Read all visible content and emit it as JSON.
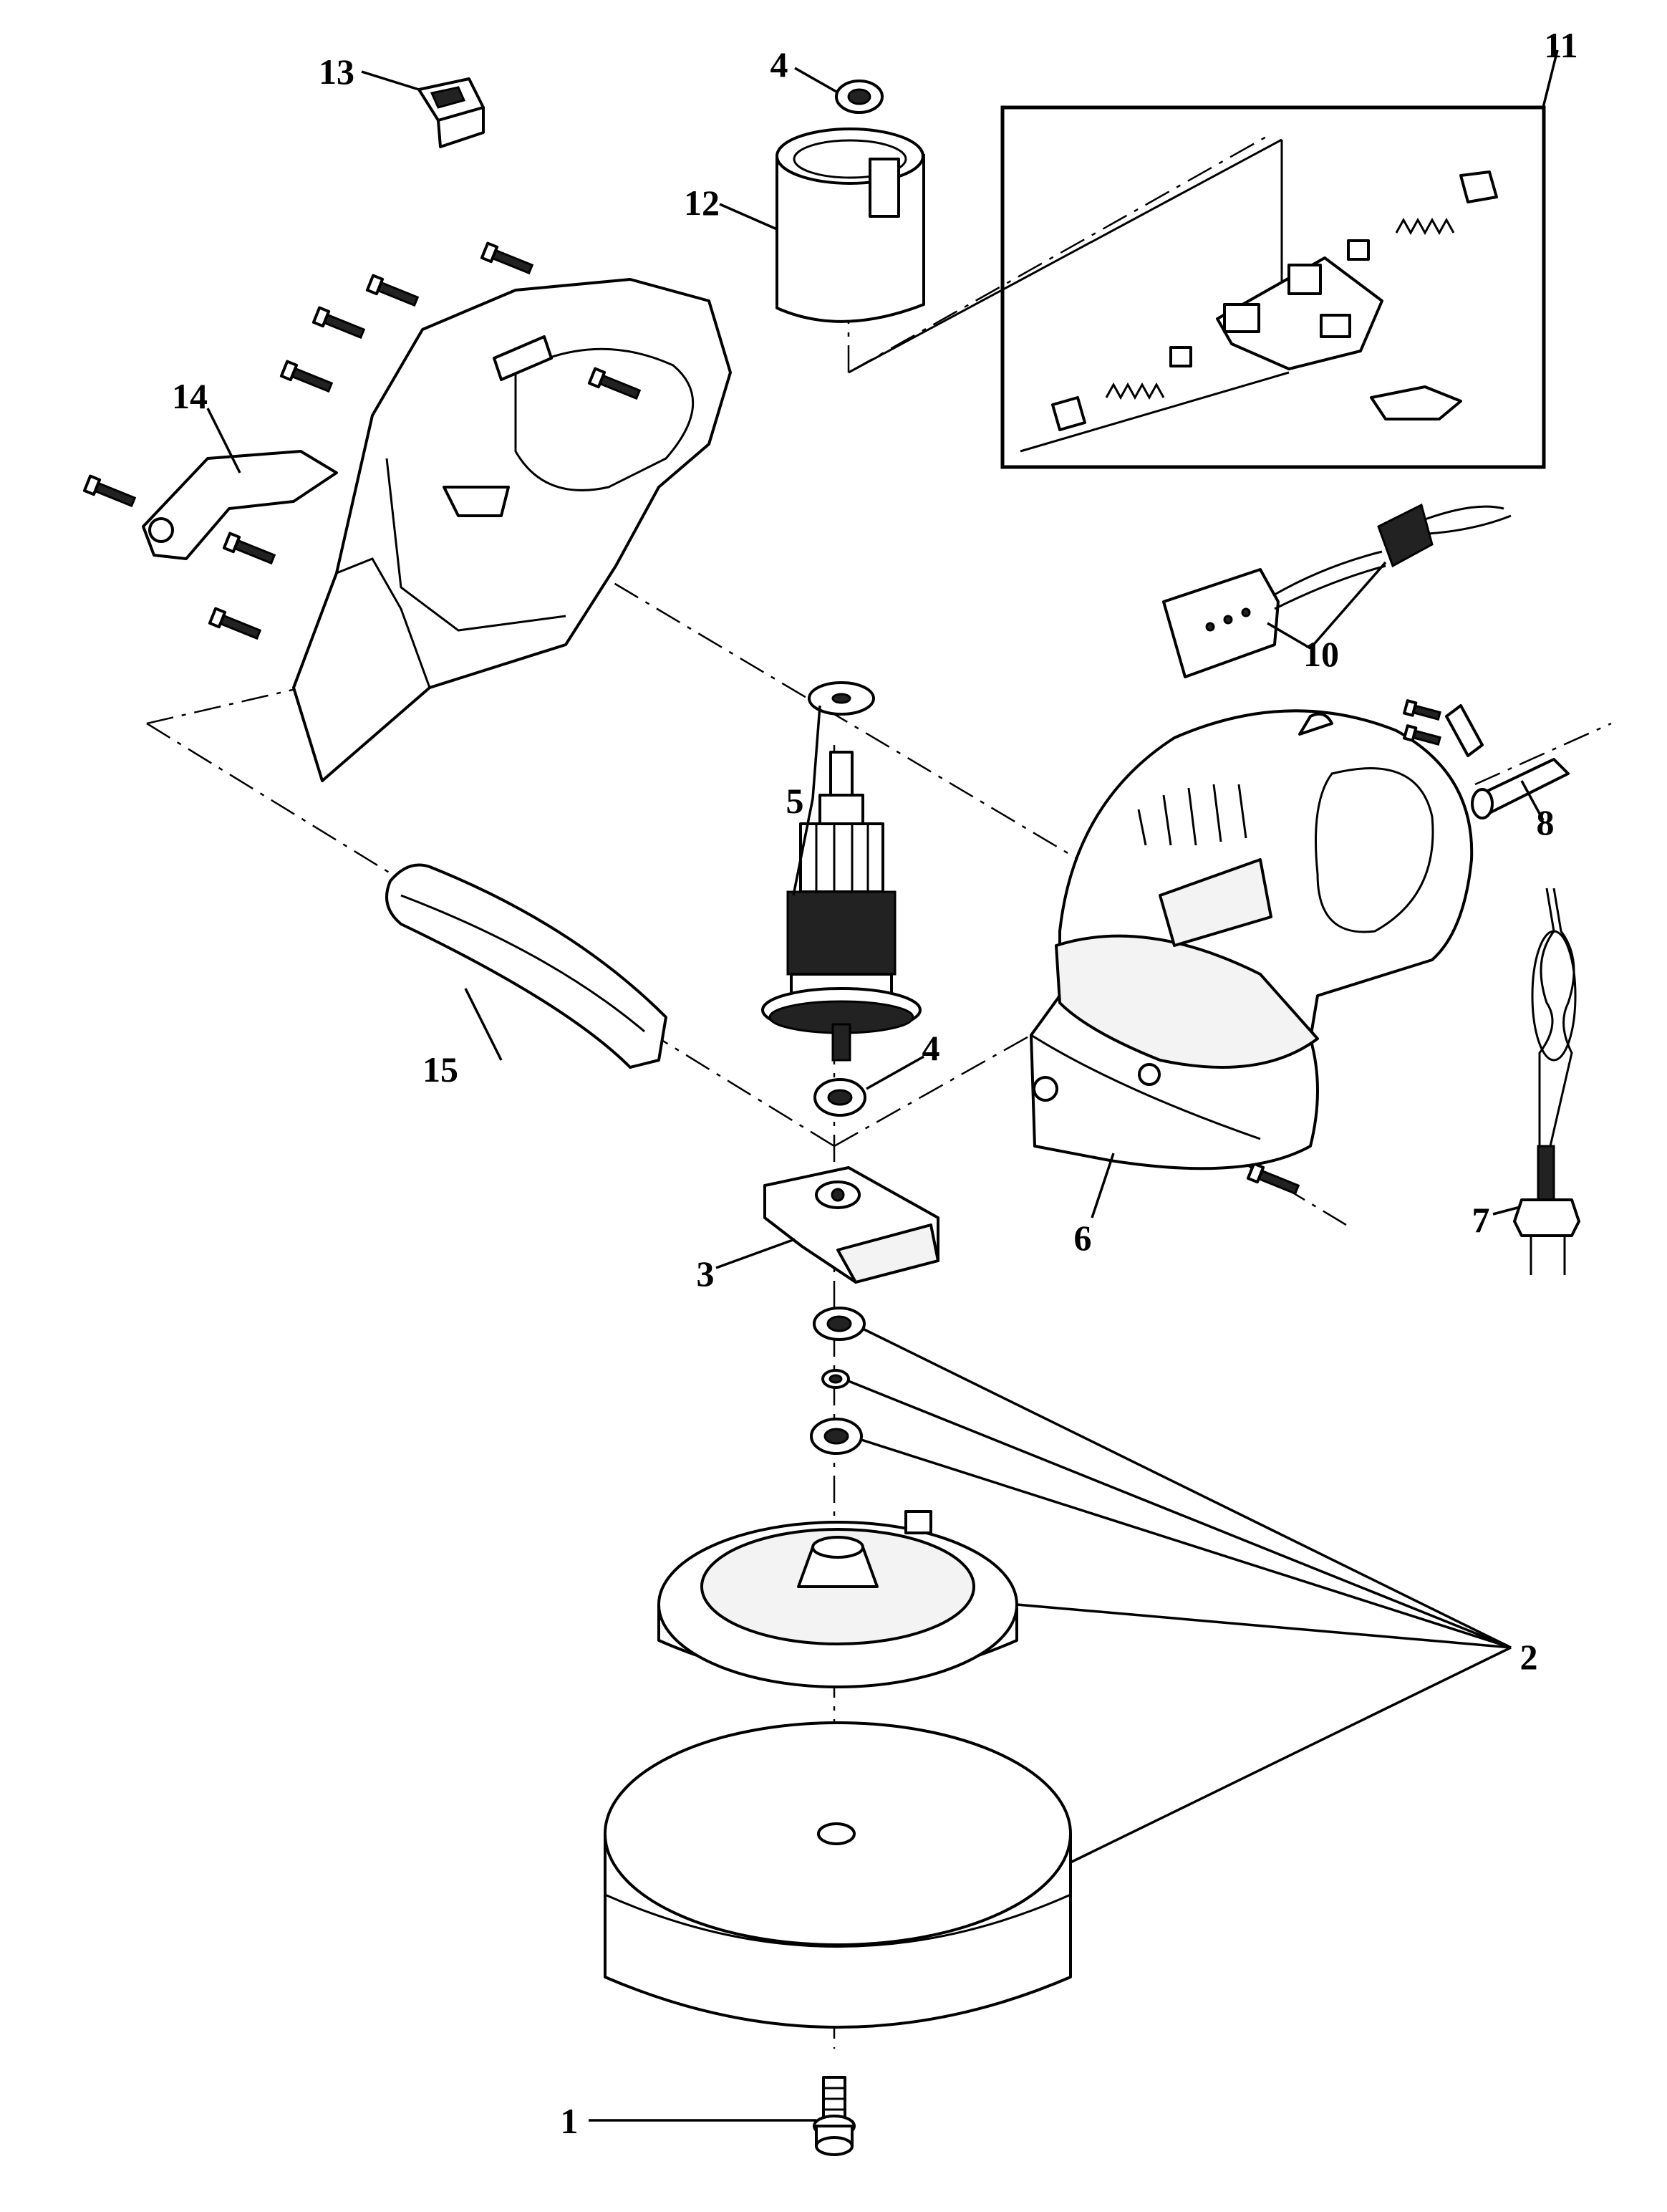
{
  "labels": {
    "p1": "1",
    "p2": "2",
    "p3": "3",
    "p4a": "4",
    "p4b": "4",
    "p5": "5",
    "p6": "6",
    "p7": "7",
    "p8": "8",
    "p10": "10",
    "p11": "11",
    "p12": "12",
    "p13": "13",
    "p14": "14",
    "p15": "15"
  },
  "colors": {
    "ink": "#000000",
    "paper": "#ffffff"
  }
}
